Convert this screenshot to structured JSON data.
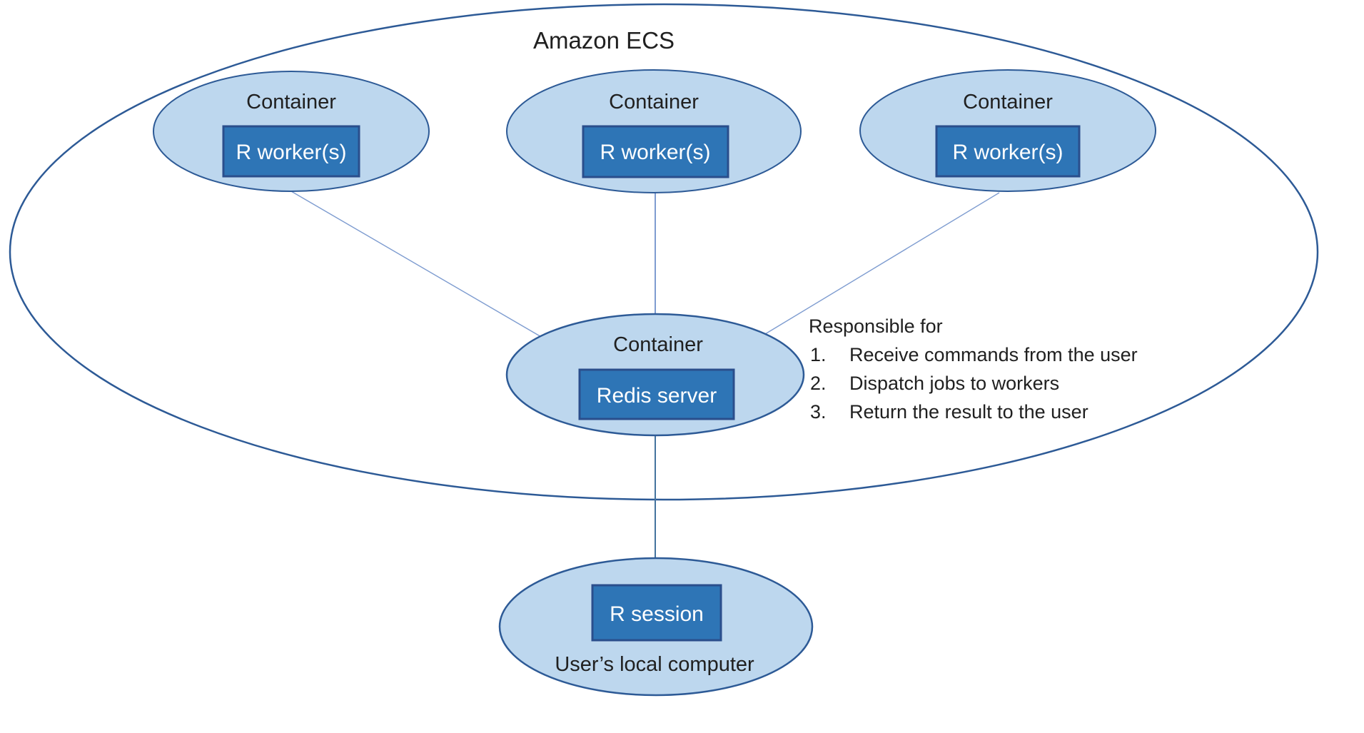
{
  "diagram": {
    "title": "Amazon ECS",
    "worker_containers": [
      {
        "label": "Container",
        "box": "R worker(s)"
      },
      {
        "label": "Container",
        "box": "R worker(s)"
      },
      {
        "label": "Container",
        "box": "R worker(s)"
      }
    ],
    "redis_container": {
      "label": "Container",
      "box": "Redis server"
    },
    "responsibilities": {
      "heading": "Responsible for",
      "items": [
        {
          "number": "1.",
          "text": "Receive commands from the user"
        },
        {
          "number": "2.",
          "text": "Dispatch jobs to workers"
        },
        {
          "number": "3.",
          "text": "Return the result to the user"
        }
      ]
    },
    "local_computer": {
      "box": "R session",
      "label": "User’s local computer"
    }
  },
  "colors": {
    "ellipse_fill": "#BDD7EE",
    "ellipse_stroke": "#2D5A96",
    "boundary_fill": "#FFFFFF",
    "box_fill": "#2E75B6",
    "box_stroke": "#2A4E8C",
    "connector_light": "#7E9CD0",
    "connector_dark": "#44739E",
    "text_dark": "#202020",
    "text_light": "#FFFFFF"
  }
}
